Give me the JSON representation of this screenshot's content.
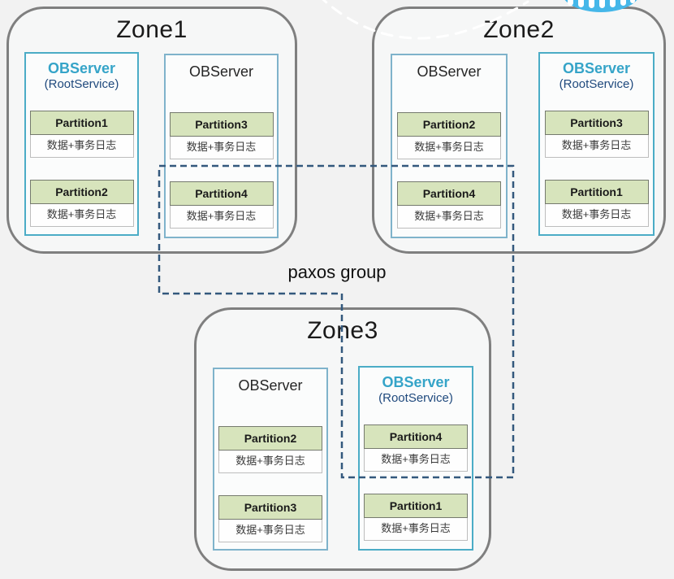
{
  "palette": {
    "background": "#f2f2f2",
    "zone_border": "#7f7f7f",
    "server_border_root": "#4bacc6",
    "server_border_plain": "#7fb3cb",
    "server_title_root": "#35a4c8",
    "server_subtitle_color": "#1f497d",
    "partition_header_bg": "#d7e4bc",
    "paxos_line": "#33587d",
    "logo_blue": "#45b7e9"
  },
  "labels": {
    "paxos_group": "paxos group"
  },
  "zones": [
    {
      "title": "Zone1",
      "servers": [
        {
          "title": "OBServer",
          "subtitle": "(RootService)",
          "root": true,
          "partitions": [
            {
              "name": "Partition1",
              "log": "数据+事务日志"
            },
            {
              "name": "Partition2",
              "log": "数据+事务日志"
            }
          ]
        },
        {
          "title": "OBServer",
          "root": false,
          "partitions": [
            {
              "name": "Partition3",
              "log": "数据+事务日志"
            },
            {
              "name": "Partition4",
              "log": "数据+事务日志"
            }
          ]
        }
      ]
    },
    {
      "title": "Zone2",
      "servers": [
        {
          "title": "OBServer",
          "root": false,
          "partitions": [
            {
              "name": "Partition2",
              "log": "数据+事务日志"
            },
            {
              "name": "Partition4",
              "log": "数据+事务日志"
            }
          ]
        },
        {
          "title": "OBServer",
          "subtitle": "(RootService)",
          "root": true,
          "partitions": [
            {
              "name": "Partition3",
              "log": "数据+事务日志"
            },
            {
              "name": "Partition1",
              "log": "数据+事务日志"
            }
          ]
        }
      ]
    },
    {
      "title": "Zone3",
      "servers": [
        {
          "title": "OBServer",
          "root": false,
          "partitions": [
            {
              "name": "Partition2",
              "log": "数据+事务日志"
            },
            {
              "name": "Partition3",
              "log": "数据+事务日志"
            }
          ]
        },
        {
          "title": "OBServer",
          "subtitle": "(RootService)",
          "root": true,
          "partitions": [
            {
              "name": "Partition4",
              "log": "数据+事务日志"
            },
            {
              "name": "Partition1",
              "log": "数据+事务日志"
            }
          ]
        }
      ]
    }
  ]
}
